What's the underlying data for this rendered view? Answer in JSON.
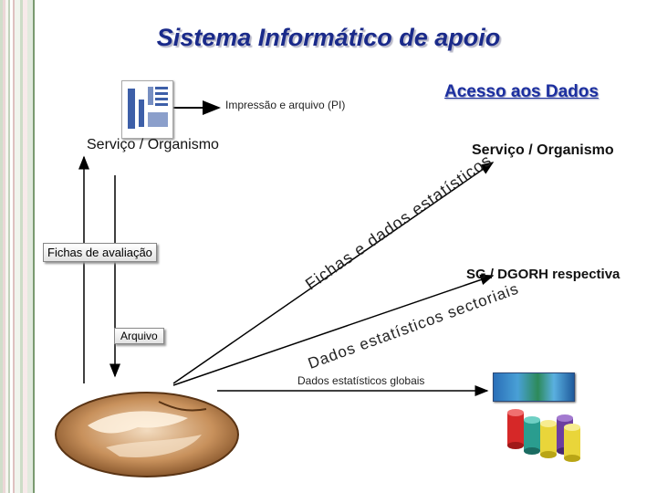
{
  "title": "Sistema Informático de apoio",
  "labels": {
    "acesso": "Acesso aos Dados",
    "impressao": "Impressão e arquivo (PI)",
    "servico_left": "Serviço / Organismo",
    "servico_right": "Serviço / Organismo",
    "fichas_avaliacao": "Fichas de avaliação",
    "arquivo": "Arquivo",
    "fichas_dados": "Fichas e dados estatísticos",
    "dados_sectoriais": "Dados estatísticos sectoriais",
    "sg_dgorh": "SG / DGORH respectiva",
    "dados_globais": "Dados estatísticos globais"
  },
  "icons": {
    "document": "document-thumbnail-icon",
    "globe": "globe-icon",
    "map": "map-thumbnail-icon",
    "database": "database-cylinders-icon"
  },
  "colors": {
    "title": "#1a2a8a",
    "link": "#1c2fa0",
    "arrow": "#000000",
    "db": [
      "#d62828",
      "#2a9d8f",
      "#e9d53a",
      "#6c3fa0",
      "#e9d53a"
    ]
  }
}
